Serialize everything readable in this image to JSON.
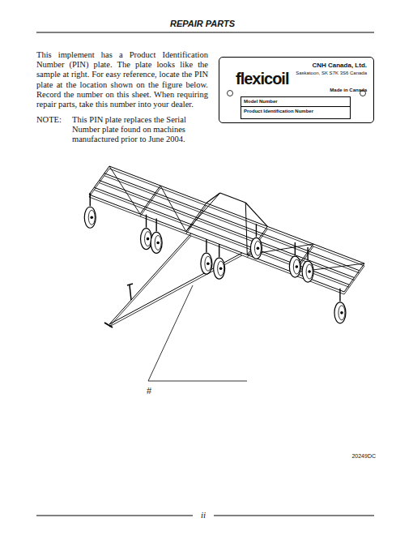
{
  "diagram": {
    "title": "REPAIR PARTS",
    "nodes": [
      {
        "text": [
          "flexicoil",
          "CNH Canada, Ltd.",
          "Saskatoon, SK S7K 3S6 Canada",
          "Made in Canada"
        ]
      },
      {
        "text": [
          "Model Number"
        ],
        "in": 0
      },
      {
        "text": [
          "Product Identification Number"
        ],
        "in": 0
      }
    ],
    "labels": [
      "This implement has a Product Identification Number (PIN) plate. The plate looks like the sample at right. For easy reference, locate the PIN plate at the location shown on the figure below. Record the number on this sheet. When requiring repair parts, take this number into your dealer.",
      "NOTE:",
      "This PIN plate replaces the Serial Number plate found on machines manufactured prior to June 2004.",
      "#",
      "20249DC",
      "ii"
    ]
  }
}
